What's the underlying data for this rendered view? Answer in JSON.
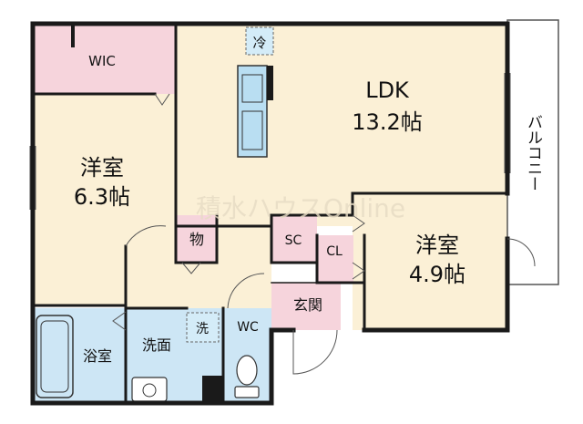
{
  "rooms": {
    "wic": "WIC",
    "ldk_name": "LDK",
    "ldk_size": "13.2帖",
    "western1_name": "洋室",
    "western1_size": "6.3帖",
    "western2_name": "洋室",
    "western2_size": "4.9帖",
    "storage": "物",
    "sc": "SC",
    "cl": "CL",
    "entrance": "玄関",
    "bath": "浴室",
    "washroom": "洗面",
    "wc": "WC",
    "balcony": "バルコニー"
  },
  "symbols": {
    "fridge": "冷",
    "washer": "洗"
  },
  "watermark": "積水ハウスOnline",
  "colors": {
    "wall": "#1a1a1a",
    "ldk_floor": "#fbf0d6",
    "closet_floor": "#f6d4dc",
    "wet_floor": "#cde6f5",
    "kitchen": "#b9def2",
    "balcony_floor": "#ffffff"
  }
}
